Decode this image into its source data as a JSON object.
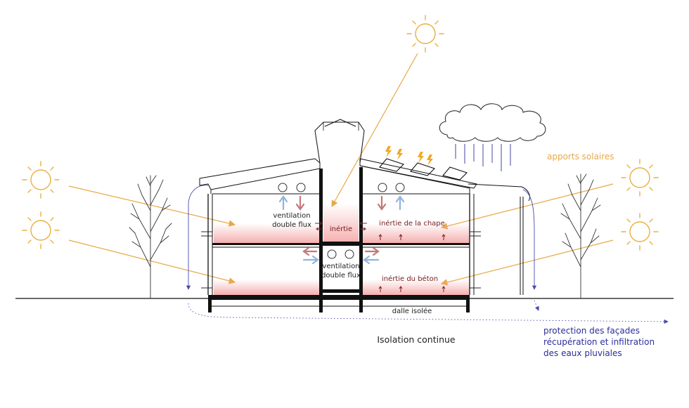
{
  "labels": {
    "apports_solaires": "apports solaires",
    "ventilation_left_1": "ventilation",
    "ventilation_left_2": "double flux",
    "inertie_center": "inértie",
    "inertie_chape": "inértie de la chape",
    "ventilation_mid_1": "ventilation",
    "ventilation_mid_2": "double flux",
    "inertie_beton": "inértie du béton",
    "dalle_isolee": "dalle isolée",
    "isolation_continue": "Isolation continue",
    "protection_1": "protection des façades",
    "protection_2": "récupération et infiltration",
    "protection_3": "des eaux pluviales"
  },
  "colors": {
    "sun": "#e8b040",
    "ray": "#e8a848",
    "warm": "#f4a6a6",
    "cool_arrow": "#8fb4dc",
    "warm_arrow": "#c47878",
    "rain": "#7070b8",
    "water": "#4a4ab0",
    "lightning": "#f0a820",
    "structure": "#111111"
  },
  "icons": [
    "sun-icon",
    "cloud-icon",
    "rain-icon",
    "lightning-icon",
    "tree-icon",
    "solar-panel-icon",
    "vent-fan-icon"
  ]
}
